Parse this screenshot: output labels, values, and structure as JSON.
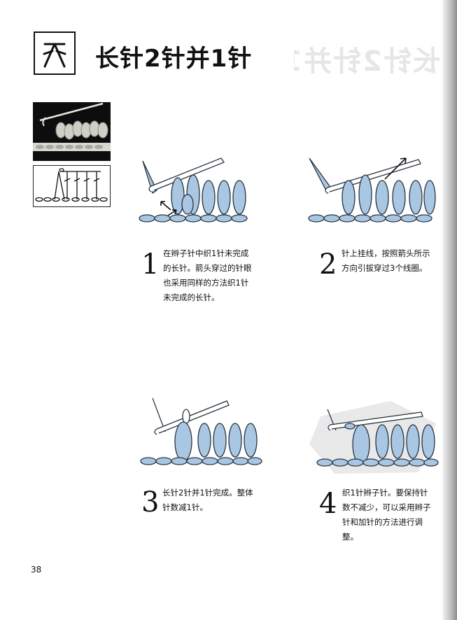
{
  "header": {
    "title": "长针2针并1针"
  },
  "symbol": {
    "icon": "double-crochet-2-together-symbol-icon"
  },
  "steps": [
    {
      "number": "1",
      "lines": [
        "在辫子针中织1针未完成",
        "的长针。箭头穿过的针眼",
        "也采用同样的方法织1针",
        "未完成的长针。"
      ]
    },
    {
      "number": "2",
      "lines": [
        "针上挂线，按照箭头所示",
        "方向引拔穿过3个线圈。"
      ]
    },
    {
      "number": "3",
      "lines": [
        "长针2针并1针完成。整体",
        "针数减1针。"
      ]
    },
    {
      "number": "4",
      "lines": [
        "织1针辫子针。要保持针",
        "数不减少，可以采用辫子",
        "针和加针的方法进行调",
        "整。"
      ]
    }
  ],
  "footer": {
    "page_number": "38"
  },
  "colors": {
    "yarn": "#a9c6e2",
    "yarn_stroke": "#2a3440",
    "photo_bg": "#0d0d0d",
    "photo_yarn": "#d8d8cf"
  }
}
